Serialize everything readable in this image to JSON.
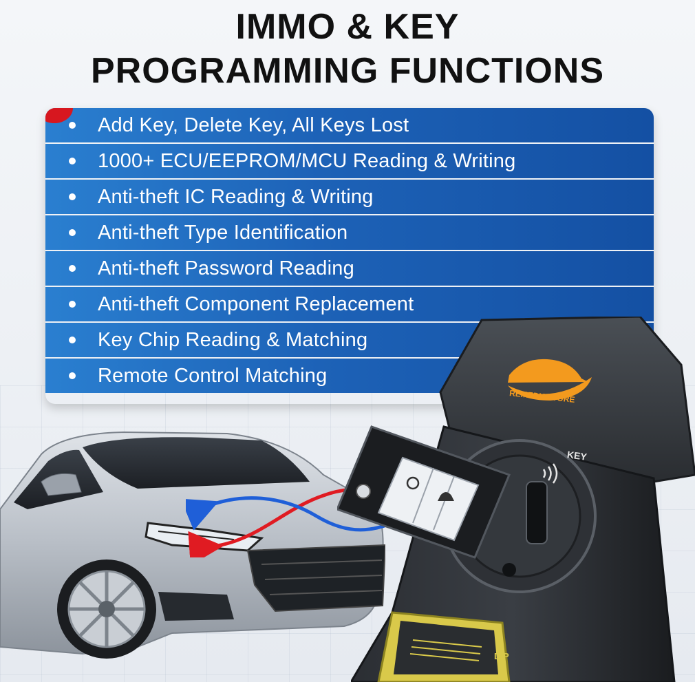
{
  "title": {
    "line1": "IMMO & KEY",
    "line2": "PROGRAMMING FUNCTIONS"
  },
  "features": [
    "Add Key, Delete Key, All Keys Lost",
    "1000+ ECU/EEPROM/MCU Reading & Writing",
    "Anti-theft IC Reading & Writing",
    "Anti-theft Type Identification",
    "Anti-theft Password Reading",
    "Anti-theft Component Replacement",
    "Key Chip Reading & Matching",
    "Remote Control Matching"
  ],
  "device": {
    "brand": "REMEDY STORE",
    "key_label": "KEY",
    "dip_label": "DIP"
  },
  "colors": {
    "accent_blue": "#1d62b7",
    "accent_red": "#d7171f",
    "brand_orange": "#f39a1e"
  },
  "icons": [
    "bullet-dot",
    "car-illustration",
    "programmer-device",
    "key-fob",
    "sync-arrows",
    "wireless-signal-icon"
  ]
}
